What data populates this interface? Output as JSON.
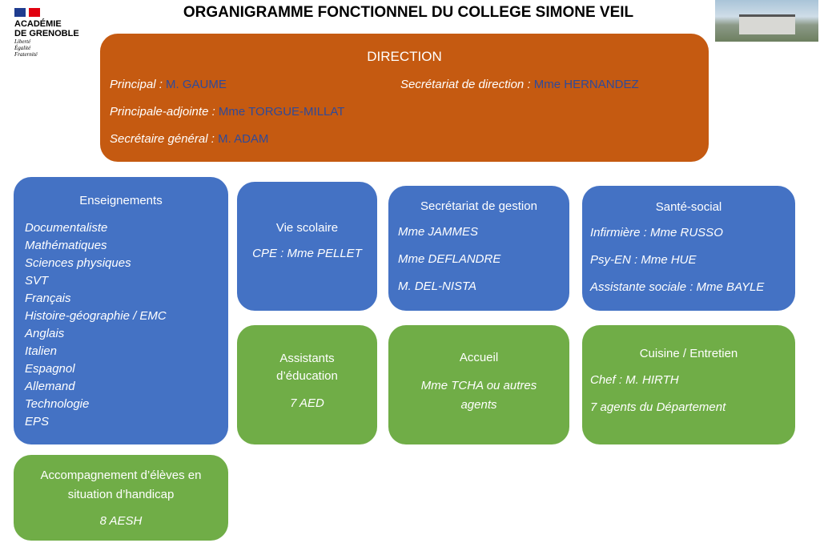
{
  "title": "ORGANIGRAMME FONCTIONNEL DU COLLEGE SIMONE VEIL",
  "logo": {
    "line1": "ACADÉMIE",
    "line2": "DE GRENOBLE",
    "motto": [
      "Liberté",
      "Égalité",
      "Fraternité"
    ]
  },
  "colors": {
    "direction": "#C55A11",
    "blue": "#4472C4",
    "green": "#70AD47",
    "names": "#2F4A9A"
  },
  "direction": {
    "title": "DIRECTION",
    "rows": [
      {
        "role": "Principal :",
        "name": "M. GAUME"
      },
      {
        "role": "Secrétariat de direction :",
        "name": "Mme HERNANDEZ"
      },
      {
        "role": "Principale-adjointe :",
        "name": "Mme TORGUE-MILLAT"
      },
      {
        "role": "Secrétaire général :",
        "name": "M. ADAM"
      }
    ]
  },
  "enseignements": {
    "title": "Enseignements",
    "items": [
      "Documentaliste",
      "Mathématiques",
      "Sciences physiques",
      "SVT",
      "Français",
      "Histoire-géographie / EMC",
      "Anglais",
      "Italien",
      "Espagnol",
      "Allemand",
      "Technologie",
      "EPS"
    ]
  },
  "vie_scolaire": {
    "title": "Vie scolaire",
    "role": "CPE :",
    "name": "Mme PELLET"
  },
  "secretariat": {
    "title": "Secrétariat de gestion",
    "items": [
      "Mme JAMMES",
      "Mme DEFLANDRE",
      "M. DEL-NISTA"
    ]
  },
  "sante": {
    "title": "Santé-social",
    "items": [
      "Infirmière : Mme RUSSO",
      "Psy-EN : Mme HUE",
      "Assistante sociale : Mme BAYLE"
    ]
  },
  "aed": {
    "title1": "Assistants",
    "title2": "d’éducation",
    "value": "7 AED"
  },
  "accueil": {
    "title": "Accueil",
    "line1": "Mme TCHA ou autres",
    "line2": "agents"
  },
  "cuisine": {
    "title": "Cuisine / Entretien",
    "items": [
      "Chef : M. HIRTH",
      "7 agents du Département"
    ]
  },
  "aesh": {
    "title1": "Accompagnement d’élèves en",
    "title2": "situation d’handicap",
    "value": "8 AESH"
  }
}
